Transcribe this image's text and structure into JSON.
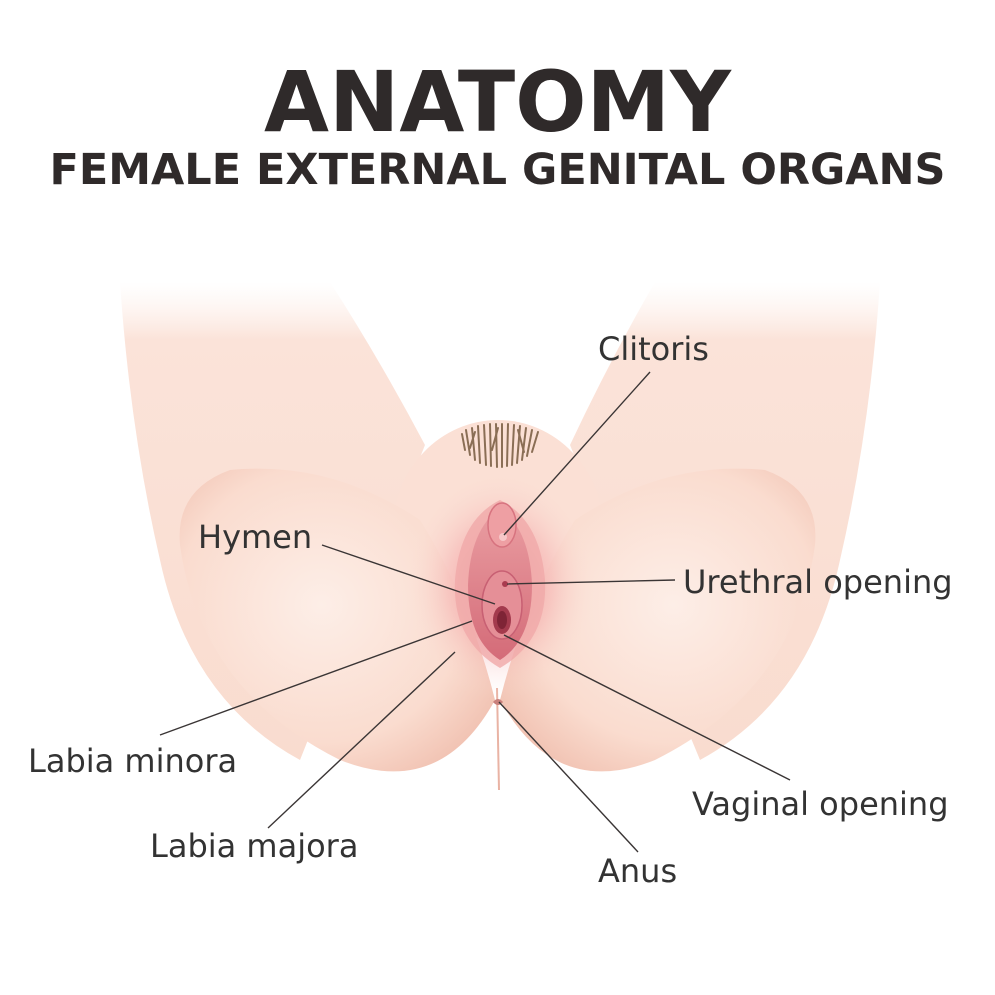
{
  "title": "ANATOMY",
  "subtitle": "FEMALE EXTERNAL GENITAL ORGANS",
  "labels": {
    "clitoris": "Clitoris",
    "hymen": "Hymen",
    "urethral_opening": "Urethral opening",
    "labia_minora": "Labia minora",
    "labia_majora": "Labia majora",
    "vaginal_opening": "Vaginal opening",
    "anus": "Anus"
  },
  "colors": {
    "title": "#2f2a2a",
    "skin": "#fbe2d8",
    "skin_shadow": "#f3c3b6",
    "tissue": "#e07f87",
    "tissue_dark": "#b8475a",
    "hair": "#8a6e55"
  }
}
